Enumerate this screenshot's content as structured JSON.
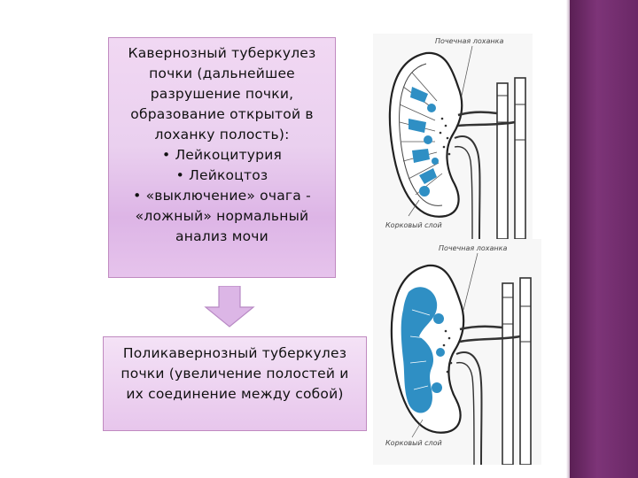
{
  "top_box": {
    "lines": [
      "Кавернозный туберкулез",
      "почки (дальнейшее",
      "разрушение почки,",
      "образование открытой в",
      "лоханку полость):",
      "• Лейкоцитурия",
      "• Лейкоцтоз",
      "• «выключение» очага -",
      "«ложный» нормальный",
      "анализ мочи"
    ]
  },
  "bottom_box": {
    "lines": [
      "Поликавернозный туберкулез",
      "почки (увеличение полостей и",
      "их соединение между собой)"
    ]
  },
  "figure_top": {
    "label_pelvis": "Почечная лоханка",
    "label_cortex": "Корковый слой"
  },
  "figure_bottom": {
    "label_pelvis": "Почечная лоханка",
    "label_cortex": "Корковый слой"
  },
  "colors": {
    "box_border": "#c08ac0",
    "box_fill": "#ead0ef",
    "arrow_fill": "#dcb6e6",
    "side_band": "#6a2866",
    "lesion_blue": "#2f8fc4"
  },
  "icons": {
    "arrow": "down-arrow-icon"
  }
}
